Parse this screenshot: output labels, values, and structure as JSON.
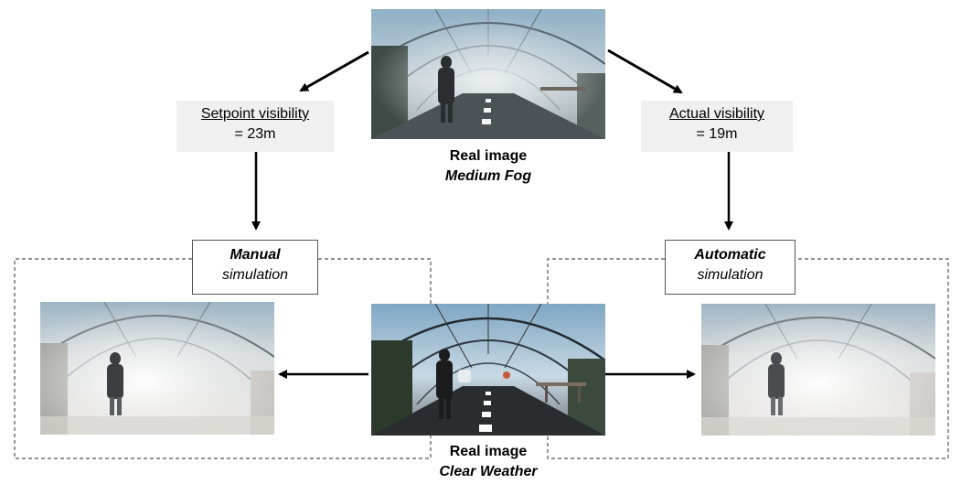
{
  "setpoint": {
    "label": "Setpoint visibility",
    "value": "= 23m"
  },
  "actual": {
    "label": "Actual visibility",
    "value": "= 19m"
  },
  "top_caption": {
    "line1": "Real image",
    "line2": "Medium Fog"
  },
  "bottom_caption": {
    "line1": "Real image",
    "line2": "Clear Weather"
  },
  "manual": {
    "title": "Manual",
    "subtitle": "simulation"
  },
  "automatic": {
    "title": "Automatic",
    "subtitle": "simulation"
  },
  "colors": {
    "arrow": "#000000",
    "dashed_border": "#555555",
    "label_box": "#f0f0f0"
  }
}
